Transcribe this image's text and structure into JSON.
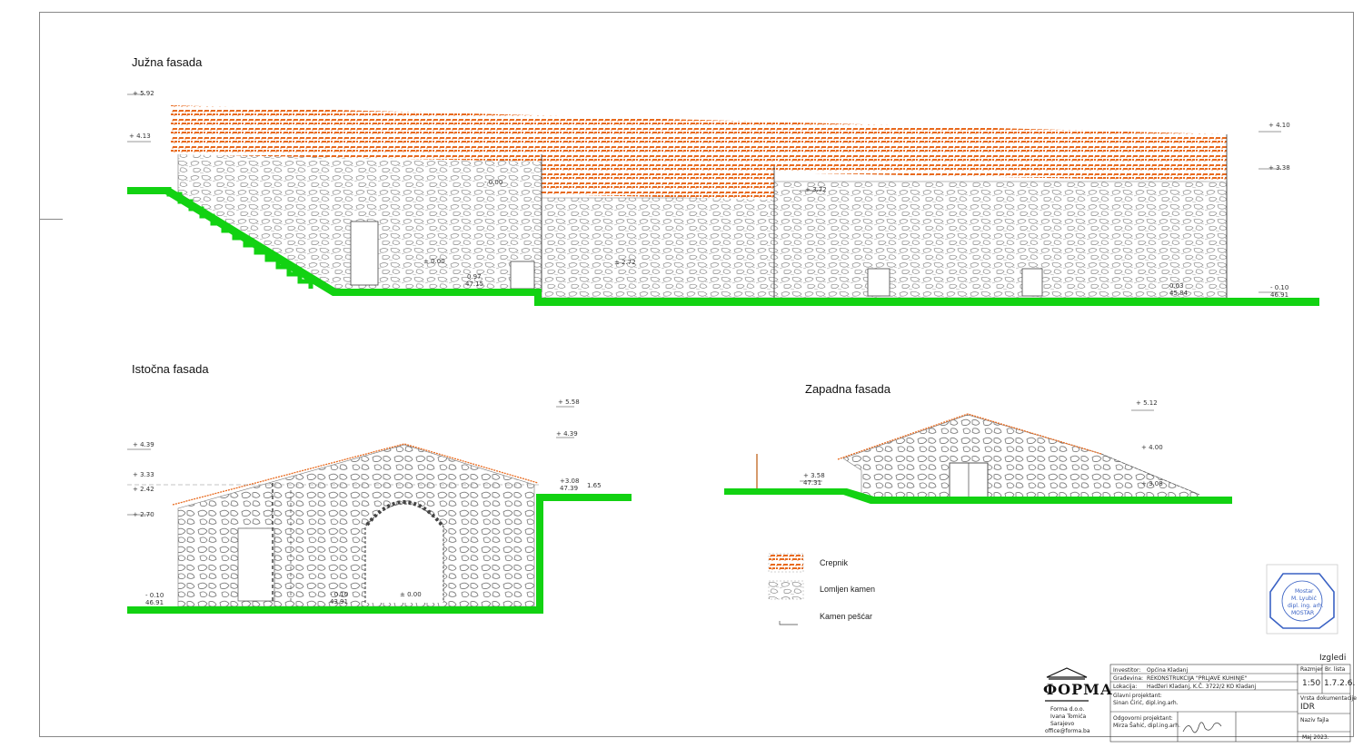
{
  "titles": {
    "south": "Južna fasada",
    "east": "Istočna fasada",
    "west": "Zapadna fasada"
  },
  "levels": {
    "south": [
      "+ 5.92",
      "+ 4.13",
      "+ 4.10",
      "+ 3.38",
      "+ 3.72",
      "- 0.00",
      "± 2.72",
      "± 0.00",
      "0.97",
      "47.15",
      "- 0.10",
      "46.91",
      "0.03",
      "45.84"
    ],
    "east": [
      "+ 5.58",
      "+ 4.39",
      "+ 4.39",
      "+ 3.33",
      "+ 2.42",
      "+ 2.70",
      "+3.08",
      "47.39",
      "1.65",
      "- 0.10",
      "46.91",
      "- 0.10",
      "43.91",
      "± 0.00"
    ],
    "west": [
      "+ 5.12",
      "+ 3.58",
      "47.31",
      "+ 4.00",
      "+ 3.08"
    ]
  },
  "legend": {
    "items": [
      "Crepnik",
      "Lomljen kamen",
      "Kamen pešćar"
    ]
  },
  "title_block": {
    "sheet_name": "Izgledi",
    "logo": "ФОРМА",
    "logo_lines": [
      "Forma d.o.o.",
      "Ivana Tomića",
      "Sarajevo",
      "office@forma.ba"
    ],
    "rows": [
      [
        "Investitor:",
        "Općina Kladanj"
      ],
      [
        "Građevina:",
        "REKONSTRUKCIJA \"PRLJAVE KUHINJE\""
      ],
      [
        "Lokacija:",
        "Hadžeri Kladanj, K.Č. 3722/2 KO Kladanj"
      ],
      [
        "Glavni projektant:",
        "Sinan Ćirić, dipl.ing.arh."
      ],
      [
        "Odgovorni projektant:",
        "Mirza Šahić, dipl.ing.arh."
      ]
    ],
    "scale_label": "Razmjer",
    "scale": "1:50",
    "sheet_label": "Br. lista",
    "sheet_number": "1.7.2.6.",
    "phase_label": "Vrsta dokumentacije",
    "phase": "IDR",
    "file_label": "Naziv fajla",
    "date": "Maj 2023."
  },
  "stamp": {
    "lines": [
      "Mostar",
      "M. Lyubić",
      "dipl. ing. arh.",
      "MOSTAR"
    ]
  },
  "colors": {
    "ground": "#12d212",
    "roof": "#e86a1e",
    "stone": "#9a9a9a",
    "stamp": "#3a62c4"
  }
}
